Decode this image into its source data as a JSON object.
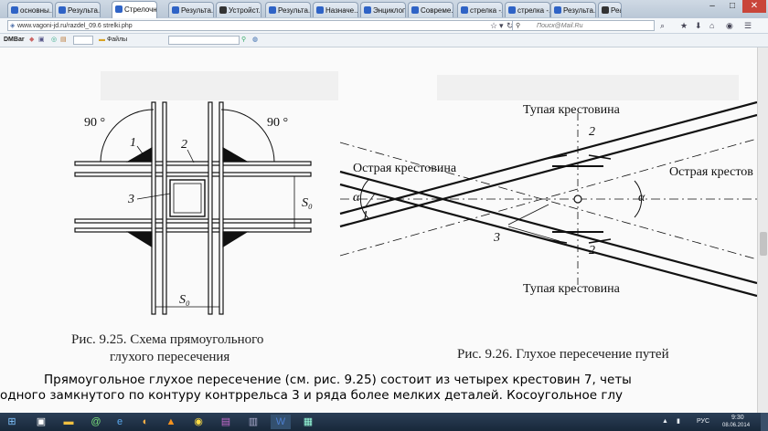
{
  "tabs": [
    {
      "label": "основны...",
      "icon": "wiki-icon"
    },
    {
      "label": "Результа...",
      "icon": "wiki-icon"
    },
    {
      "label": "Стрелочн...",
      "icon": "page-icon",
      "active": true
    },
    {
      "label": "Результа...",
      "icon": "wiki-icon"
    },
    {
      "label": "Устройст...",
      "icon": "pdf-icon"
    },
    {
      "label": "Результа...",
      "icon": "wiki-icon"
    },
    {
      "label": "Назначе...",
      "icon": "page-icon"
    },
    {
      "label": "Энциклопед...",
      "icon": "page-icon"
    },
    {
      "label": "Совреме...",
      "icon": "wiki-icon"
    },
    {
      "label": "стрелка -...",
      "icon": "wiki-icon"
    },
    {
      "label": "стрелка -...",
      "icon": "wiki-icon"
    },
    {
      "label": "Результа...",
      "icon": "wiki-icon"
    },
    {
      "label": "Реа",
      "icon": "pb-icon"
    }
  ],
  "window_buttons": {
    "minimize": "–",
    "maximize": "□",
    "close": "✕"
  },
  "address": {
    "url": "www.vagoni-jd.ru/razdel_09.6 strelki.php"
  },
  "search": {
    "placeholder": "Поиск@Mail.Ru"
  },
  "toolbar": {
    "dmbar": "DMBar",
    "files_label": "Файлы"
  },
  "fig925": {
    "caption_line1": "Рис. 9.25. Схема прямоугольного",
    "caption_line2": "глухого пересечения",
    "angle_left": "90 °",
    "angle_right": "90 °",
    "label_1": "1",
    "label_2": "2",
    "label_3": "3",
    "label_s0_vertical": "S₀",
    "label_s0_horizontal": "S₀"
  },
  "fig926": {
    "caption": "Рис. 9.26. Глухое пересечение путей",
    "top_label": "Тупая крестовина",
    "bottom_label": "Тупая крестовина",
    "left_label": "Острая крестовина",
    "right_label": "Острая крестов",
    "alpha_left": "α",
    "alpha_right": "α",
    "label_1": "1",
    "label_2_top": "2",
    "label_2_bottom": "2",
    "label_3": "3"
  },
  "body_text": {
    "line1": "Прямоугольное глухое пересечение (см. рис. 9.25) состоит из четырех крестовин 7, четы",
    "line2": "одного замкнутого по контуру контррельса 3 и ряда более мелких деталей. Косоугольное глу"
  },
  "taskbar": {
    "time": "9:30",
    "date": "08.06.2014",
    "lang": "РУС",
    "apps": [
      "start-icon",
      "explorer-icon",
      "folder-icon",
      "mail-icon",
      "ie-icon",
      "app-icon",
      "aimp-icon",
      "chrome-icon",
      "winrar-icon",
      "sys-icon",
      "word-icon",
      "screen-icon"
    ]
  }
}
